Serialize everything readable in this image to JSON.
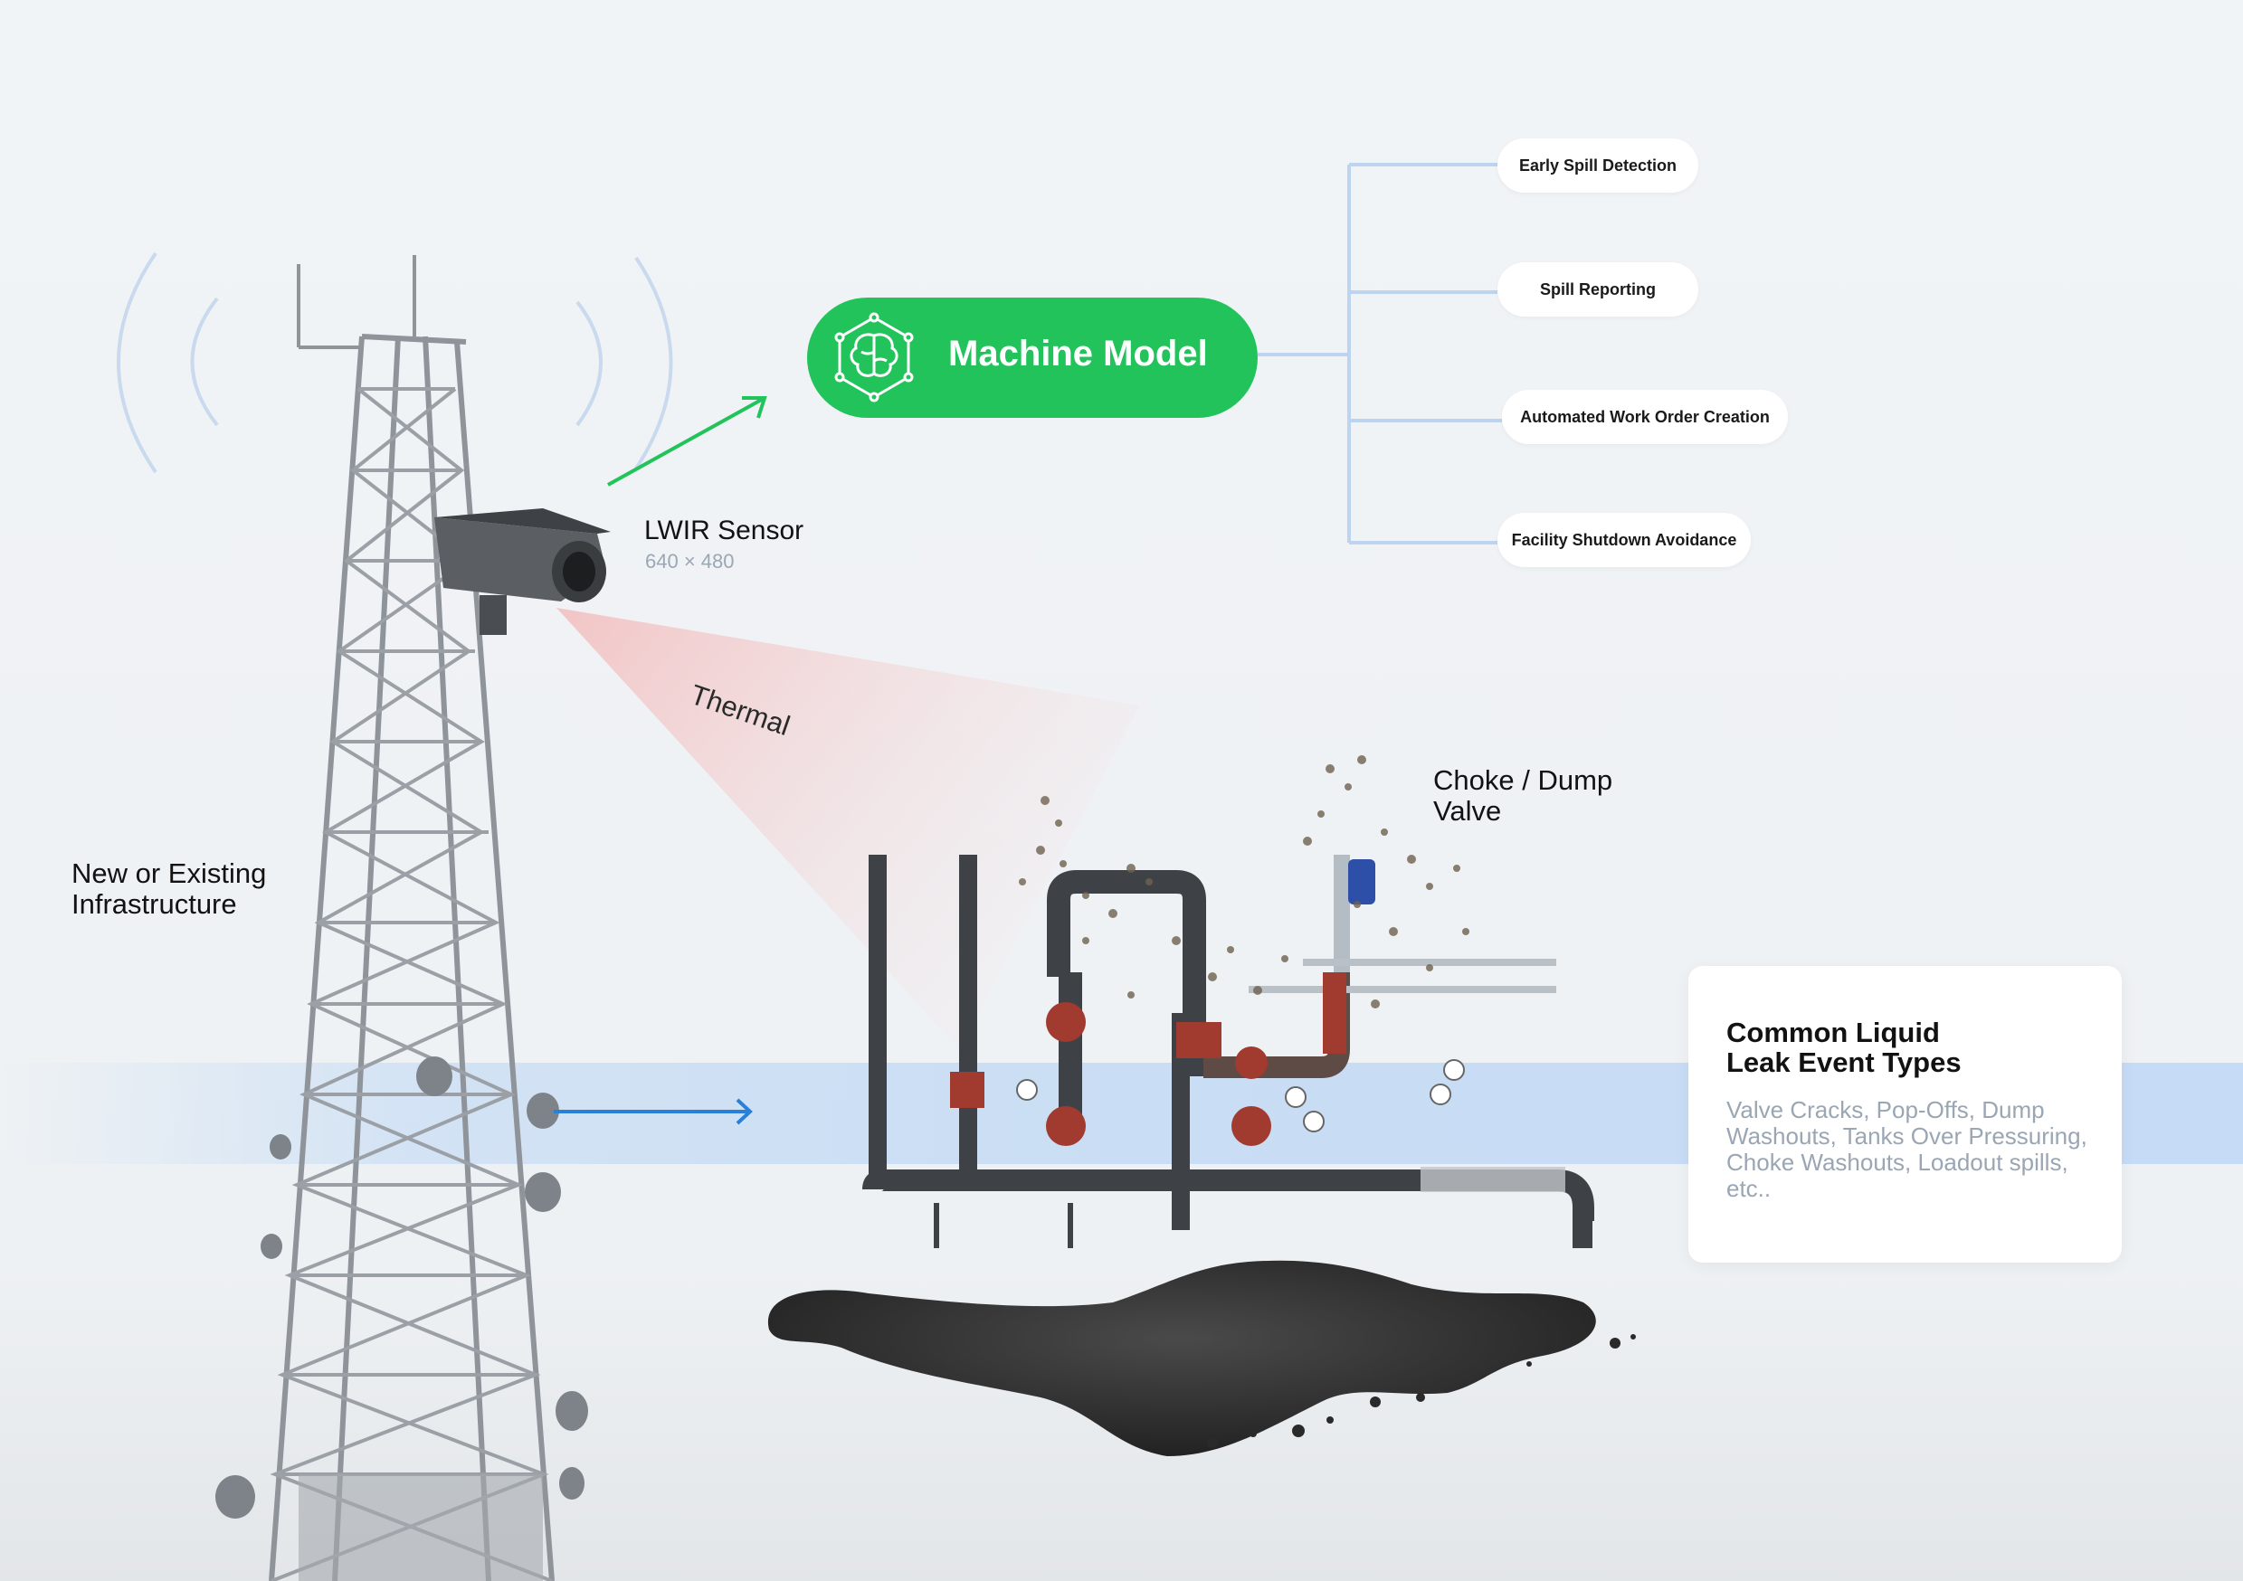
{
  "sensor": {
    "title": "LWIR Sensor",
    "resolution": "640 × 480"
  },
  "beam_label": "Thermal",
  "infrastructure_label": "New or Existing\nInfrastructure",
  "valve_label": "Choke / Dump\nValve",
  "machine_model": {
    "label": "Machine Model",
    "icon": "brain-network-icon",
    "color": "#21c35a"
  },
  "outcomes": [
    {
      "label": "Early Spill Detection"
    },
    {
      "label": "Spill Reporting"
    },
    {
      "label": "Automated Work Order Creation"
    },
    {
      "label": "Facility Shutdown Avoidance"
    }
  ],
  "leak_card": {
    "title": "Common Liquid\nLeak Event Types",
    "body": "Valve Cracks, Pop-Offs, Dump Washouts, Tanks Over Pressuring, Choke Washouts, Loadout spills, etc.."
  },
  "colors": {
    "connector": "#bcd4ef",
    "arrow_green": "#21c35a",
    "arrow_blue": "#2a7fd6",
    "beam": "#f4c9c9"
  }
}
